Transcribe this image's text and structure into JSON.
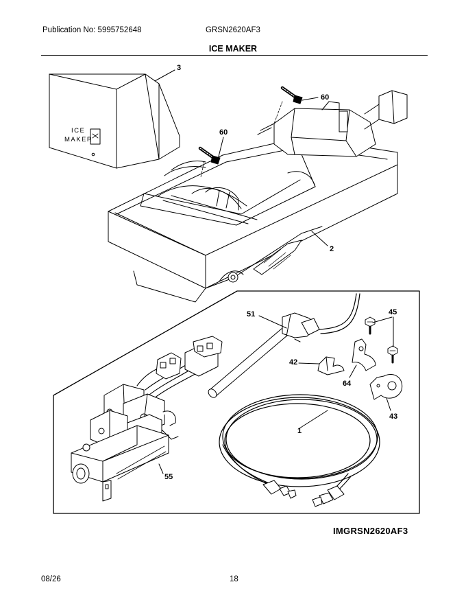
{
  "header": {
    "publication": "Publication No: 5995752648",
    "model": "GRSN2620AF3"
  },
  "section_title": "ICE MAKER",
  "cover_label": {
    "line1": "ICE",
    "line2": "MAKER"
  },
  "callouts": {
    "c3": "3",
    "c60a": "60",
    "c60b": "60",
    "c2": "2",
    "c51": "51",
    "c45": "45",
    "c42": "42",
    "c64": "64",
    "c43": "43",
    "c1": "1",
    "c55": "55"
  },
  "image_code": "IMGRSN2620AF3",
  "footer": {
    "date": "08/26",
    "page": "18"
  }
}
